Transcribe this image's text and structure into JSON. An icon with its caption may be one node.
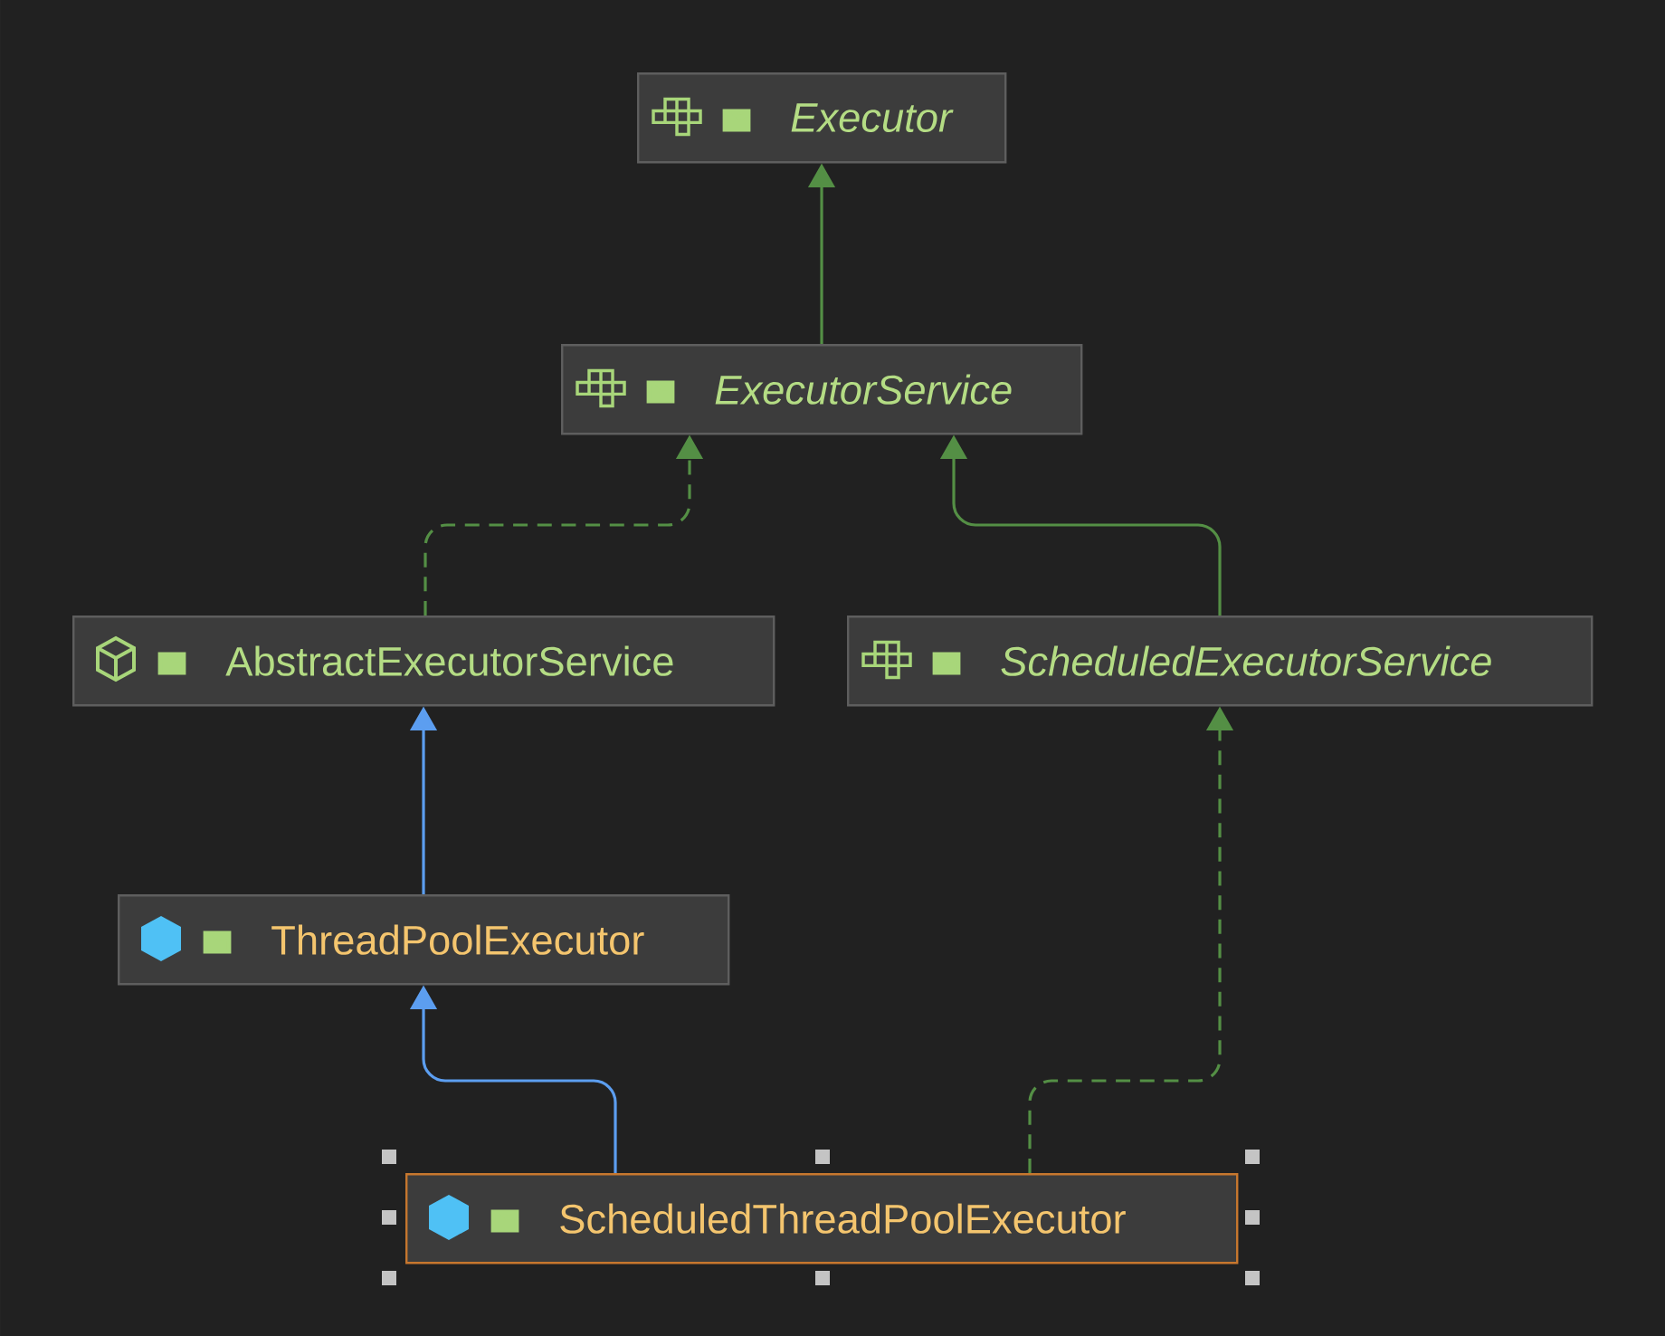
{
  "diagram": {
    "nodes": [
      {
        "text": [
          "Executor"
        ]
      },
      {
        "text": [
          "ExecutorService"
        ]
      },
      {
        "text": [
          "AbstractExecutorService"
        ]
      },
      {
        "text": [
          "ScheduledExecutorService"
        ]
      },
      {
        "text": [
          "ThreadPoolExecutor"
        ]
      },
      {
        "text": [
          "ScheduledThreadPoolExecutor"
        ]
      }
    ],
    "edges": [
      {
        "from": 1,
        "to": 0,
        "arrow": "to"
      },
      {
        "from": 2,
        "to": 1,
        "arrow": "to",
        "style": "dashed"
      },
      {
        "from": 3,
        "to": 1,
        "arrow": "to"
      },
      {
        "from": 4,
        "to": 2,
        "arrow": "to",
        "color": "#5c9ef0"
      },
      {
        "from": 5,
        "to": 4,
        "arrow": "to",
        "color": "#5c9ef0"
      },
      {
        "from": 5,
        "to": 3,
        "arrow": "to",
        "style": "dashed"
      }
    ]
  }
}
